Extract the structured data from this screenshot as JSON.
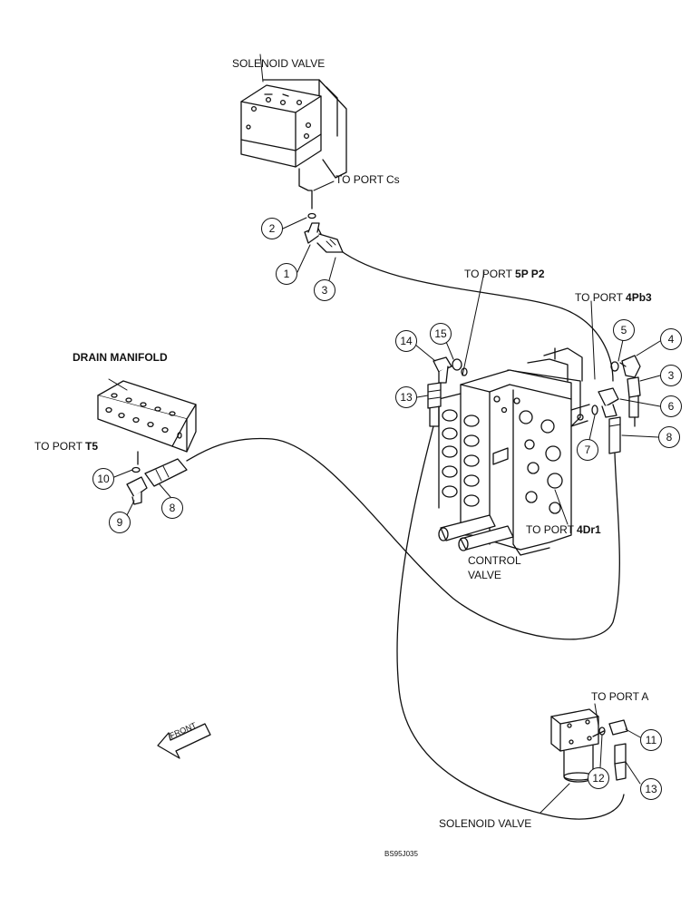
{
  "labels": {
    "solenoid_valve_top": "SOLENOID VALVE",
    "to_port_cs": "TO PORT Cs",
    "to_port_5pp2_prefix": "TO PORT ",
    "to_port_5pp2_bold": "5P P2",
    "to_port_4pb3_prefix": "TO PORT ",
    "to_port_4pb3_bold": "4Pb3",
    "drain_manifold": "DRAIN MANIFOLD",
    "to_port_t5_prefix": "TO PORT ",
    "to_port_t5_bold": "T5",
    "to_port_4dr1_prefix": "TO PORT ",
    "to_port_4dr1_bold": "4Dr1",
    "control_valve_line1": "CONTROL",
    "control_valve_line2": "VALVE",
    "to_port_a": "TO PORT A",
    "front": "FRONT",
    "solenoid_valve_bottom": "SOLENOID VALVE",
    "figure_code": "BS95J035"
  },
  "callouts": [
    "1",
    "2",
    "3",
    "14",
    "15",
    "5",
    "4",
    "13",
    "3",
    "6",
    "7",
    "8",
    "10",
    "8",
    "9",
    "11",
    "12",
    "13"
  ]
}
